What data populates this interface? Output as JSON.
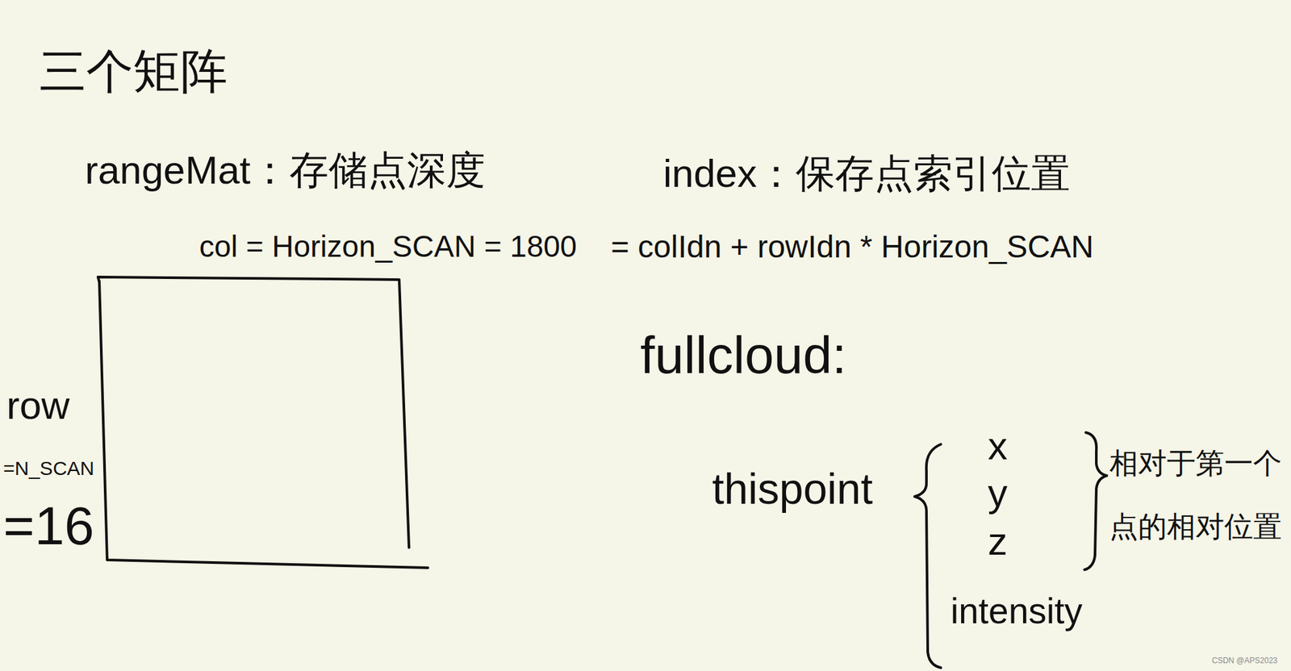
{
  "diagram": {
    "title": "三个矩阵",
    "labels": [
      "rangeMat：存储点深度",
      "index：保存点索引位置",
      "col = Horizon_SCAN = 1800",
      "= colIdn + rowIdn * Horizon_SCAN",
      "row",
      "=N_SCAN",
      "=16",
      "fullcloud:",
      "thispoint",
      "x",
      "y",
      "z",
      "intensity",
      "相对于第一个",
      "点的相对位置",
      "CSDN @APS2023"
    ]
  }
}
